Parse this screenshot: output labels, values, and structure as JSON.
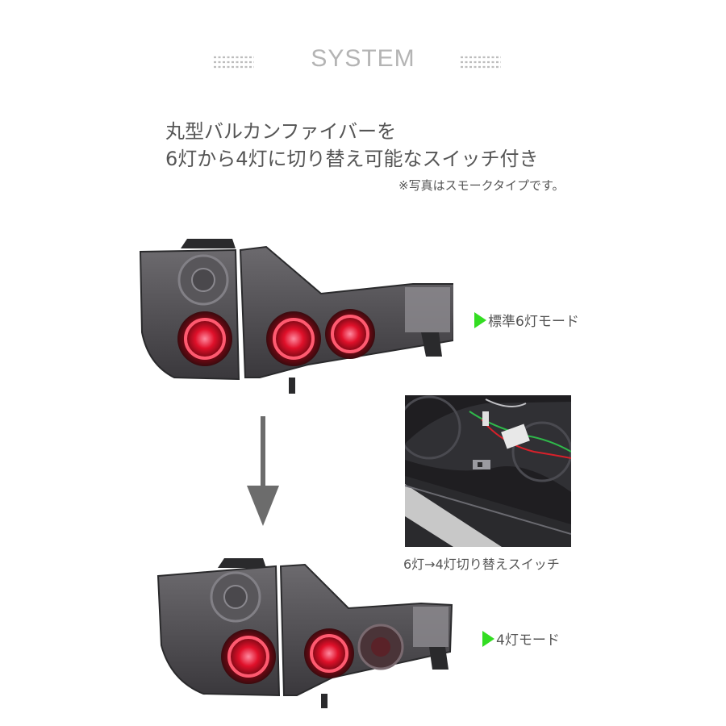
{
  "header": {
    "title": "SYSTEM"
  },
  "headline": {
    "line1": "丸型バルカンファイバーを",
    "line2": "6灯から4灯に切り替え可能なスイッチ付き"
  },
  "note": "※写真はスモークタイプです。",
  "modes": {
    "six_lamp": "標準6灯モード",
    "four_lamp": "4灯モード"
  },
  "switch_photo": {
    "caption": "6灯→4灯切り替えスイッチ"
  },
  "colors": {
    "accent_triangle": "#33dd22",
    "title_gray": "#b4b4b4",
    "text_gray": "#555555",
    "lamp_red": "#e0102a"
  }
}
